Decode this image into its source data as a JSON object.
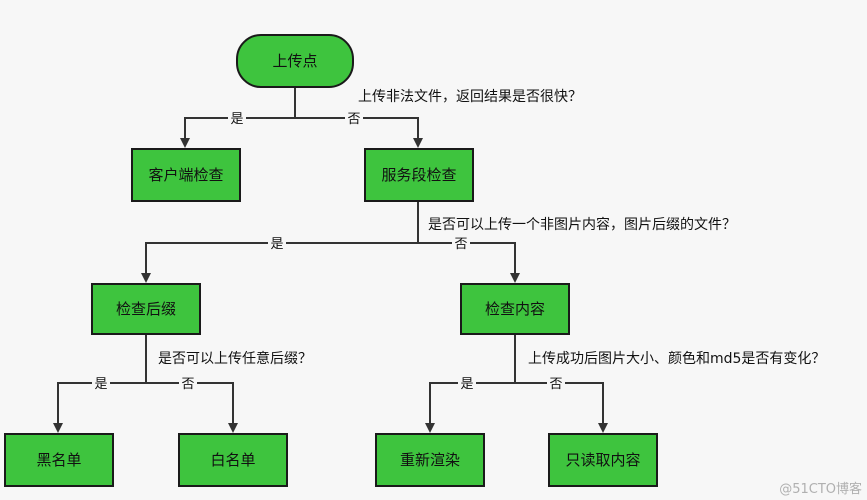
{
  "colors": {
    "node_fill": "#3ec43e",
    "node_stroke": "#1a1a1a",
    "edge": "#333333",
    "background": "#f7f7f7"
  },
  "nodes": {
    "start": "上传点",
    "client_check": "客户端检查",
    "server_check": "服务段检查",
    "check_suffix": "检查后缀",
    "check_content": "检查内容",
    "blacklist": "黑名单",
    "whitelist": "白名单",
    "re_render": "重新渲染",
    "read_content": "只读取内容"
  },
  "questions": {
    "q1": "上传非法文件，返回结果是否很快？",
    "q2": "是否可以上传一个非图片内容，图片后缀的文件？",
    "q3": "是否可以上传任意后缀？",
    "q4": "上传成功后图片大小、颜色和md5是否有变化？"
  },
  "edge_labels": {
    "yes": "是",
    "no": "否"
  },
  "watermark": "@51CTO博客"
}
